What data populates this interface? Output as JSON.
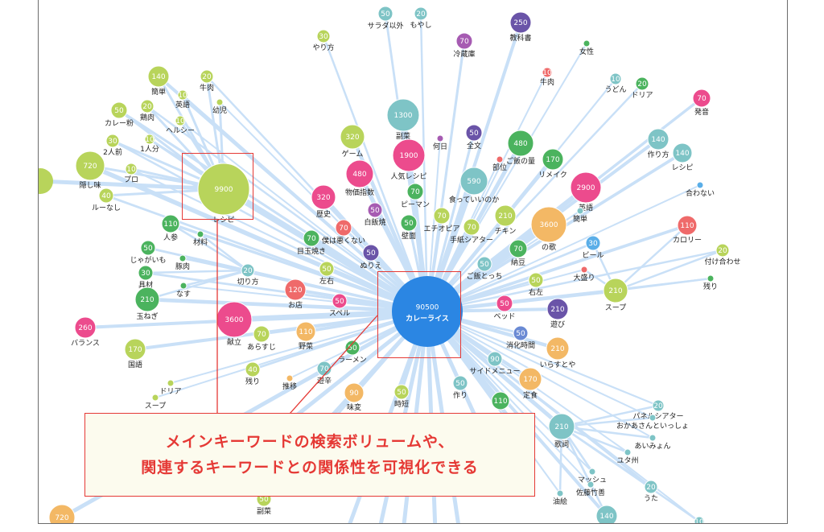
{
  "colors": {
    "edge": "#c9e0f7",
    "highlight": "#e53935",
    "callout_bg": "#fcfbee",
    "center": "#2b86e3"
  },
  "center": {
    "value": "90500",
    "label": "カレーライス",
    "color": "#2b86e3"
  },
  "callout": {
    "line1": "メインキーワードの検索ボリュームや、",
    "line2": "関連するキーワードとの関係性を可視化できる"
  },
  "nodes": [
    {
      "value": "50",
      "label": "サラダ以外",
      "color": "#7ec4c6"
    },
    {
      "value": "20",
      "label": "もやし",
      "color": "#7ec4c6"
    },
    {
      "value": "30",
      "label": "やり方",
      "color": "#b8d45b"
    },
    {
      "value": "250",
      "label": "教科書",
      "color": "#6a54a8"
    },
    {
      "value": "70",
      "label": "冷蔵庫",
      "color": "#a65bb2"
    },
    {
      "value": "",
      "label": "女性",
      "color": "#4bb35e"
    },
    {
      "value": "140",
      "label": "簡単",
      "color": "#b8d45b"
    },
    {
      "value": "20",
      "label": "牛肉",
      "color": "#b8d45b"
    },
    {
      "value": "10",
      "label": "英語",
      "color": "#b8d45b"
    },
    {
      "value": "",
      "label": "幼児",
      "color": "#b8d45b"
    },
    {
      "value": "10",
      "label": "牛肉",
      "color": "#ef6a6a"
    },
    {
      "value": "10",
      "label": "うどん",
      "color": "#7ec4c6"
    },
    {
      "value": "20",
      "label": "ドリア",
      "color": "#4bb35e"
    },
    {
      "value": "1300",
      "label": "副菜",
      "color": "#7ec4c6"
    },
    {
      "value": "50",
      "label": "カレー粉",
      "color": "#b8d45b"
    },
    {
      "value": "20",
      "label": "鶏肉",
      "color": "#b8d45b"
    },
    {
      "value": "10",
      "label": "ヘルシー",
      "color": "#b8d45b"
    },
    {
      "value": "70",
      "label": "発音",
      "color": "#ec4b8d"
    },
    {
      "value": "",
      "label": "何日",
      "color": "#a65bb2"
    },
    {
      "value": "50",
      "label": "全文",
      "color": "#6a54a8"
    },
    {
      "value": "480",
      "label": "ご飯の量",
      "color": "#4bb35e"
    },
    {
      "value": "",
      "label": "部位",
      "color": "#ef6a6a"
    },
    {
      "value": "30",
      "label": "2人前",
      "color": "#b8d45b"
    },
    {
      "value": "10",
      "label": "1人分",
      "color": "#b8d45b"
    },
    {
      "value": "320",
      "label": "ゲーム",
      "color": "#b8d45b"
    },
    {
      "value": "1900",
      "label": "人気レシピ",
      "color": "#ec4b8d"
    },
    {
      "value": "140",
      "label": "作り方",
      "color": "#7ec4c6"
    },
    {
      "value": "140",
      "label": "レシピ",
      "color": "#7ec4c6"
    },
    {
      "value": "720",
      "label": "隠し味",
      "color": "#b8d45b"
    },
    {
      "value": "10",
      "label": "プロ",
      "color": "#b8d45b"
    },
    {
      "value": "170",
      "label": "リメイク",
      "color": "#4bb35e"
    },
    {
      "value": "9900",
      "label": "レシピ",
      "color": "#b8d45b"
    },
    {
      "value": "480",
      "label": "物価指数",
      "color": "#ec4b8d"
    },
    {
      "value": "590",
      "label": "食っていいのか",
      "color": "#7ec4c6"
    },
    {
      "value": "2900",
      "label": "英語",
      "color": "#ec4b8d"
    },
    {
      "value": "",
      "label": "合わない",
      "color": "#5aaee8"
    },
    {
      "value": "40",
      "label": "ルーなし",
      "color": "#b8d45b"
    },
    {
      "value": "70",
      "label": "ピーマン",
      "color": "#4bb35e"
    },
    {
      "value": "",
      "label": "簡単",
      "color": "#7ec4c6"
    },
    {
      "value": "320",
      "label": "歴史",
      "color": "#ec4b8d"
    },
    {
      "value": "50",
      "label": "白飯焼",
      "color": "#a65bb2"
    },
    {
      "value": "110",
      "label": "人参",
      "color": "#4bb35e"
    },
    {
      "value": "",
      "label": "材料",
      "color": "#4bb35e"
    },
    {
      "value": "70",
      "label": "僕は悪くない",
      "color": "#ef6a6a"
    },
    {
      "value": "50",
      "label": "壁面",
      "color": "#4bb35e"
    },
    {
      "value": "70",
      "label": "エチオピア",
      "color": "#b8d45b"
    },
    {
      "value": "70",
      "label": "手紙シアター",
      "color": "#b8d45b"
    },
    {
      "value": "210",
      "label": "チキン",
      "color": "#b8d45b"
    },
    {
      "value": "3600",
      "label": "の歌",
      "color": "#f3b865"
    },
    {
      "value": "110",
      "label": "カロリー",
      "color": "#ef6a6a"
    },
    {
      "value": "70",
      "label": "目玉焼き",
      "color": "#4bb35e"
    },
    {
      "value": "50",
      "label": "ぬりえ",
      "color": "#6a54a8"
    },
    {
      "value": "50",
      "label": "じゃがいも",
      "color": "#4bb35e"
    },
    {
      "value": "",
      "label": "豚肉",
      "color": "#4bb35e"
    },
    {
      "value": "30",
      "label": "ビール",
      "color": "#5aaee8"
    },
    {
      "value": "20",
      "label": "付け合わせ",
      "color": "#b8d45b"
    },
    {
      "value": "70",
      "label": "納豆",
      "color": "#4bb35e"
    },
    {
      "value": "50",
      "label": "左右",
      "color": "#b8d45b"
    },
    {
      "value": "50",
      "label": "ご飯とっち",
      "color": "#7ec4c6"
    },
    {
      "value": "30",
      "label": "具材",
      "color": "#4bb35e"
    },
    {
      "value": "20",
      "label": "切り方",
      "color": "#7ec4c6"
    },
    {
      "value": "",
      "label": "大盛り",
      "color": "#ef6a6a"
    },
    {
      "value": "50",
      "label": "右左",
      "color": "#b8d45b"
    },
    {
      "value": "",
      "label": "残り",
      "color": "#4bb35e"
    },
    {
      "value": "",
      "label": "なす",
      "color": "#4bb35e"
    },
    {
      "value": "210",
      "label": "玉ねぎ",
      "color": "#4bb35e"
    },
    {
      "value": "120",
      "label": "お店",
      "color": "#ef6a6a"
    },
    {
      "value": "50",
      "label": "スペル",
      "color": "#ec4b8d"
    },
    {
      "value": "50",
      "label": "ベッド",
      "color": "#ec4b8d"
    },
    {
      "value": "210",
      "label": "スープ",
      "color": "#b8d45b"
    },
    {
      "value": "210",
      "label": "遊び",
      "color": "#6a54a8"
    },
    {
      "value": "260",
      "label": "バランス",
      "color": "#ec4b8d"
    },
    {
      "value": "3600",
      "label": "献立",
      "color": "#ec4b8d"
    },
    {
      "value": "70",
      "label": "あらすじ",
      "color": "#b8d45b"
    },
    {
      "value": "110",
      "label": "野菜",
      "color": "#f3b865"
    },
    {
      "value": "50",
      "label": "消化時間",
      "color": "#6a8ad4"
    },
    {
      "value": "170",
      "label": "国語",
      "color": "#b8d45b"
    },
    {
      "value": "50",
      "label": "ラーメン",
      "color": "#4bb35e"
    },
    {
      "value": "210",
      "label": "いらすとや",
      "color": "#f3b865"
    },
    {
      "value": "90",
      "label": "サイドメニュー",
      "color": "#7ec4c6"
    },
    {
      "value": "40",
      "label": "残り",
      "color": "#b8d45b"
    },
    {
      "value": "70",
      "label": "遊辛",
      "color": "#7ec4c6"
    },
    {
      "value": "",
      "label": "推移",
      "color": "#f3b865"
    },
    {
      "value": "170",
      "label": "定食",
      "color": "#f3b865"
    },
    {
      "value": "50",
      "label": "作り",
      "color": "#7ec4c6"
    },
    {
      "value": "",
      "label": "ドリア",
      "color": "#b8d45b"
    },
    {
      "value": "",
      "label": "スープ",
      "color": "#b8d45b"
    },
    {
      "value": "90",
      "label": "味変",
      "color": "#f3b865"
    },
    {
      "value": "50",
      "label": "時短",
      "color": "#b8d45b"
    },
    {
      "value": "110",
      "label": "",
      "color": "#4bb35e"
    },
    {
      "value": "20",
      "label": "パネルシアター",
      "color": "#7ec4c6"
    },
    {
      "value": "",
      "label": "おかあさんといっしょ",
      "color": "#7ec4c6"
    },
    {
      "value": "210",
      "label": "歌詞",
      "color": "#7ec4c6"
    },
    {
      "value": "",
      "label": "あいみょん",
      "color": "#7ec4c6"
    },
    {
      "value": "",
      "label": "ユタ州",
      "color": "#7ec4c6"
    },
    {
      "value": "",
      "label": "マッシュ",
      "color": "#7ec4c6"
    },
    {
      "value": "",
      "label": "佐藤竹善",
      "color": "#7ec4c6"
    },
    {
      "value": "20",
      "label": "うた",
      "color": "#7ec4c6"
    },
    {
      "value": "",
      "label": "油絵",
      "color": "#7ec4c6"
    },
    {
      "value": "140",
      "label": "",
      "color": "#7ec4c6"
    },
    {
      "value": "10",
      "label": "",
      "color": "#7ec4c6"
    },
    {
      "value": "50",
      "label": "副菜",
      "color": "#b8d45b"
    },
    {
      "value": "720",
      "label": "",
      "color": "#f3b865"
    }
  ]
}
